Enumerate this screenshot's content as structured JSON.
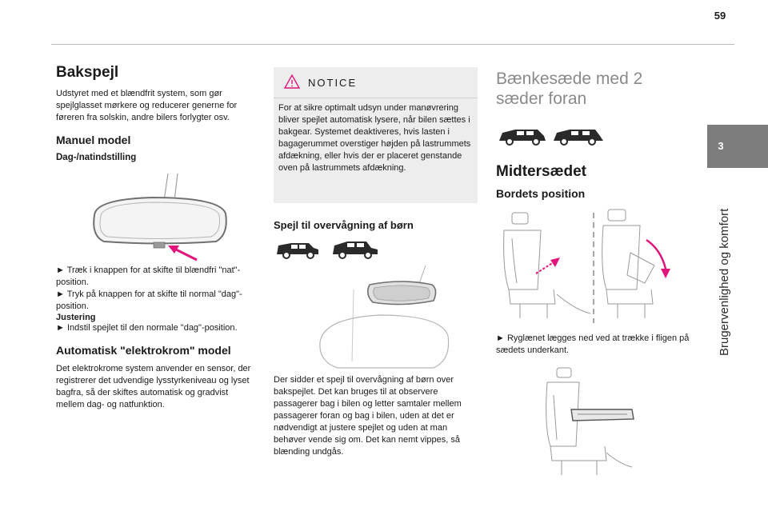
{
  "page_number": "59",
  "side_tab": {
    "chapter_number": "3",
    "chapter_title": "Brugervenlighed og komfort"
  },
  "col1": {
    "title": "Bakspejl",
    "intro": "Udstyret med et blændfrit system, som gør spejlglasset mørkere og reducerer generne for føreren fra solskin, andre bilers forlygter osv.",
    "manual_heading": "Manuel model",
    "manual_subheading": "Dag-/natindstilling",
    "step1": "► Træk i knappen for at skifte til blændfri \"nat\"-position.",
    "step2": "► Tryk på knappen for at skifte til normal \"dag\"-position.",
    "adjust_label": "Justering",
    "step3": "► Indstil spejlet til den normale \"dag\"-position.",
    "auto_heading": "Automatisk \"elektrokrom\" model",
    "auto_text": "Det elektrokrome system anvender en sensor, der registrerer det udvendige lysstyrkeniveau og lyset bagfra, så der skiftes automatisk og gradvist mellem dag- og natfunktion."
  },
  "col2": {
    "notice_label": "NOTICE",
    "notice_text": "For at sikre optimalt udsyn under manøvrering bliver spejlet automatisk lysere, når bilen sættes i bakgear. Systemet deaktiveres, hvis lasten i bagagerummet overstiger højden på lastrummets afdækning, eller hvis der er placeret genstande oven på lastrummets afdækning.",
    "child_mirror_heading": "Spejl til overvågning af børn",
    "child_mirror_text": "Der sidder et spejl til overvågning af børn over bakspejlet. Det kan bruges til at observere passagerer bag i bilen og letter samtaler mellem passagerer foran og bag i bilen, uden at det er nødvendigt at justere spejlet og uden at man behøver vende sig om. Det kan nemt vippes, så blænding undgås."
  },
  "col3": {
    "title_line1": "Bænkesæde med 2",
    "title_line2": "sæder foran",
    "middle_heading": "Midtersædet",
    "table_heading": "Bordets position",
    "table_step": "► Ryglænet lægges ned ved at trække i fligen på sædets underkant."
  },
  "colors": {
    "accent_arrow": "#e0147a",
    "tab_gray": "#7d7d7d",
    "notice_bg": "#ededed"
  }
}
